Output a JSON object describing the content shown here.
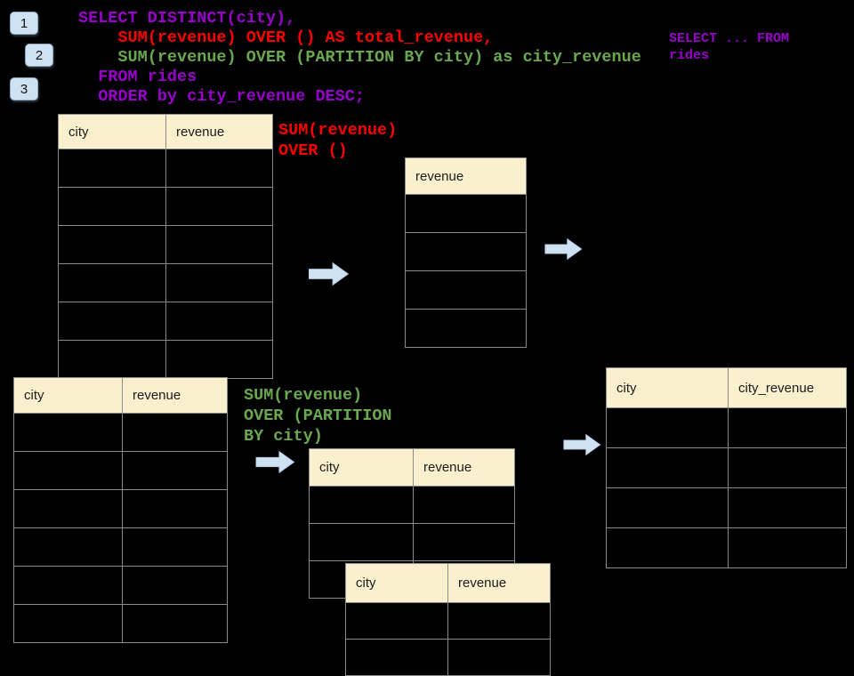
{
  "colors": {
    "background": "#000000",
    "purple": "#9900cc",
    "red": "#ff0000",
    "green": "#6aa84f",
    "header_fill": "#fbf0ce",
    "table_border": "#8b8b8b",
    "arrow_fill": "#cfe2f3",
    "badge_fill": "#cfe2f3"
  },
  "badges": [
    {
      "label": "1"
    },
    {
      "label": "2"
    },
    {
      "label": "3"
    }
  ],
  "sql": {
    "lines": [
      {
        "text": "SELECT DISTINCT(city),",
        "color": "purple"
      },
      {
        "text": "    SUM(revenue) OVER () AS total_revenue,",
        "color": "red"
      },
      {
        "text": "    SUM(revenue) OVER (PARTITION BY city) as city_revenue",
        "color": "green"
      },
      {
        "text": "  FROM rides",
        "color": "purple"
      },
      {
        "text": "  ORDER by city_revenue DESC;",
        "color": "purple"
      }
    ]
  },
  "side_note": {
    "lines": [
      "SELECT ... FROM",
      "rides"
    ]
  },
  "labels": {
    "total": {
      "lines": [
        "SUM(revenue)",
        "OVER ()"
      ]
    },
    "partition": {
      "lines": [
        "SUM(revenue)",
        "OVER (PARTITION",
        "BY city)"
      ]
    }
  },
  "tables": {
    "source_top": {
      "columns": [
        "city",
        "revenue"
      ],
      "body_rows": 6
    },
    "total_result": {
      "columns": [
        "revenue"
      ],
      "body_rows": 4
    },
    "source_bottom": {
      "columns": [
        "city",
        "revenue"
      ],
      "body_rows": 6
    },
    "partition_back": {
      "columns": [
        "city",
        "revenue"
      ],
      "body_rows": 3
    },
    "partition_front": {
      "columns": [
        "city",
        "revenue"
      ],
      "body_rows": 2
    },
    "partition_result": {
      "columns": [
        "city",
        "city_revenue"
      ],
      "body_rows": 4
    }
  }
}
